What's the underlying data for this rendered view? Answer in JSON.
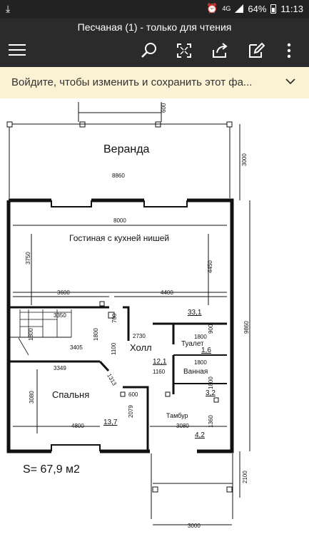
{
  "status_bar": {
    "left_icon": "download-icon",
    "network_type": "4G",
    "battery_percent": "64%",
    "time": "11:13"
  },
  "app_bar": {
    "title": "Песчаная (1) - только для чтения"
  },
  "banner": {
    "text": "Войдите, чтобы изменить и сохранить этот фа..."
  },
  "plan": {
    "rooms": {
      "veranda": "Веранда",
      "living": "Гостиная с кухней нишей",
      "hall": "Холл",
      "toilet": "Туалет",
      "bath": "Ванная",
      "bedroom": "Спальня",
      "tambour": "Тамбур"
    },
    "areas": {
      "a331": "33,1",
      "a16": "1,6",
      "a121": "12,1",
      "a32": "3,2",
      "a137": "13,7",
      "a42": "4,2"
    },
    "dims": {
      "d600_top": "600",
      "d3000_right": "3000",
      "d8860": "8860",
      "d8000": "8000",
      "d3750": "3750",
      "d4450": "4450",
      "d9860": "9860",
      "d3600": "3600",
      "d4400": "4400",
      "d3350": "3350",
      "d700": "700",
      "d2730": "2730",
      "d1800_a": "1800",
      "d900": "900",
      "d1800_b": "1800",
      "d1800_c": "1800",
      "d1800_d": "1800",
      "d1800_e": "1800",
      "d3405": "3405",
      "d1100": "1100",
      "d3349": "3349",
      "d1160": "1160",
      "d1313": "1313",
      "d600_mid": "600",
      "d3080_left": "3080",
      "d2079": "2079",
      "d3080_bottom": "3080",
      "d4800": "4800",
      "d1360": "1360",
      "d2100": "2100",
      "d3000_bottom": "3000"
    },
    "total_area": "S= 67,9 м2"
  }
}
